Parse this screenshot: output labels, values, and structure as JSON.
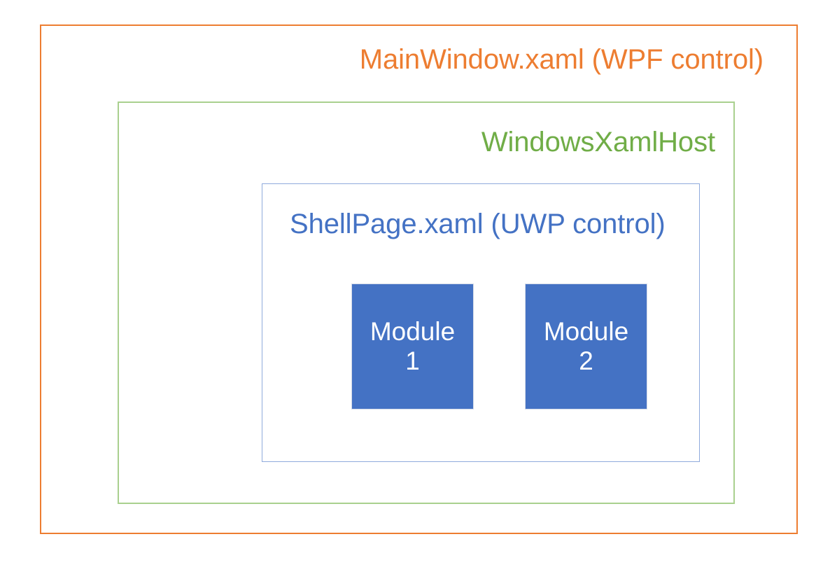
{
  "diagram": {
    "title": "WPF host / UWP XAML island layering diagram",
    "layers": [
      {
        "id": "mainwindow",
        "label": "MainWindow.xaml (WPF control)",
        "color": "#ED7D31",
        "border_color": "#ED7D31"
      },
      {
        "id": "windowsxamlhost",
        "label": "WindowsXamlHost",
        "color": "#70AD47",
        "border_color": "#A9D08E"
      },
      {
        "id": "shellpage",
        "label": "ShellPage.xaml (UWP control)",
        "color": "#4472C4",
        "border_color": "#8FAADC"
      }
    ],
    "modules": [
      {
        "id": "module-1",
        "name": "Module",
        "number": "1",
        "fill": "#4472C4",
        "text_color": "#FFFFFF"
      },
      {
        "id": "module-2",
        "name": "Module",
        "number": "2",
        "fill": "#4472C4",
        "text_color": "#FFFFFF"
      }
    ],
    "background": "#FFFFFF"
  }
}
